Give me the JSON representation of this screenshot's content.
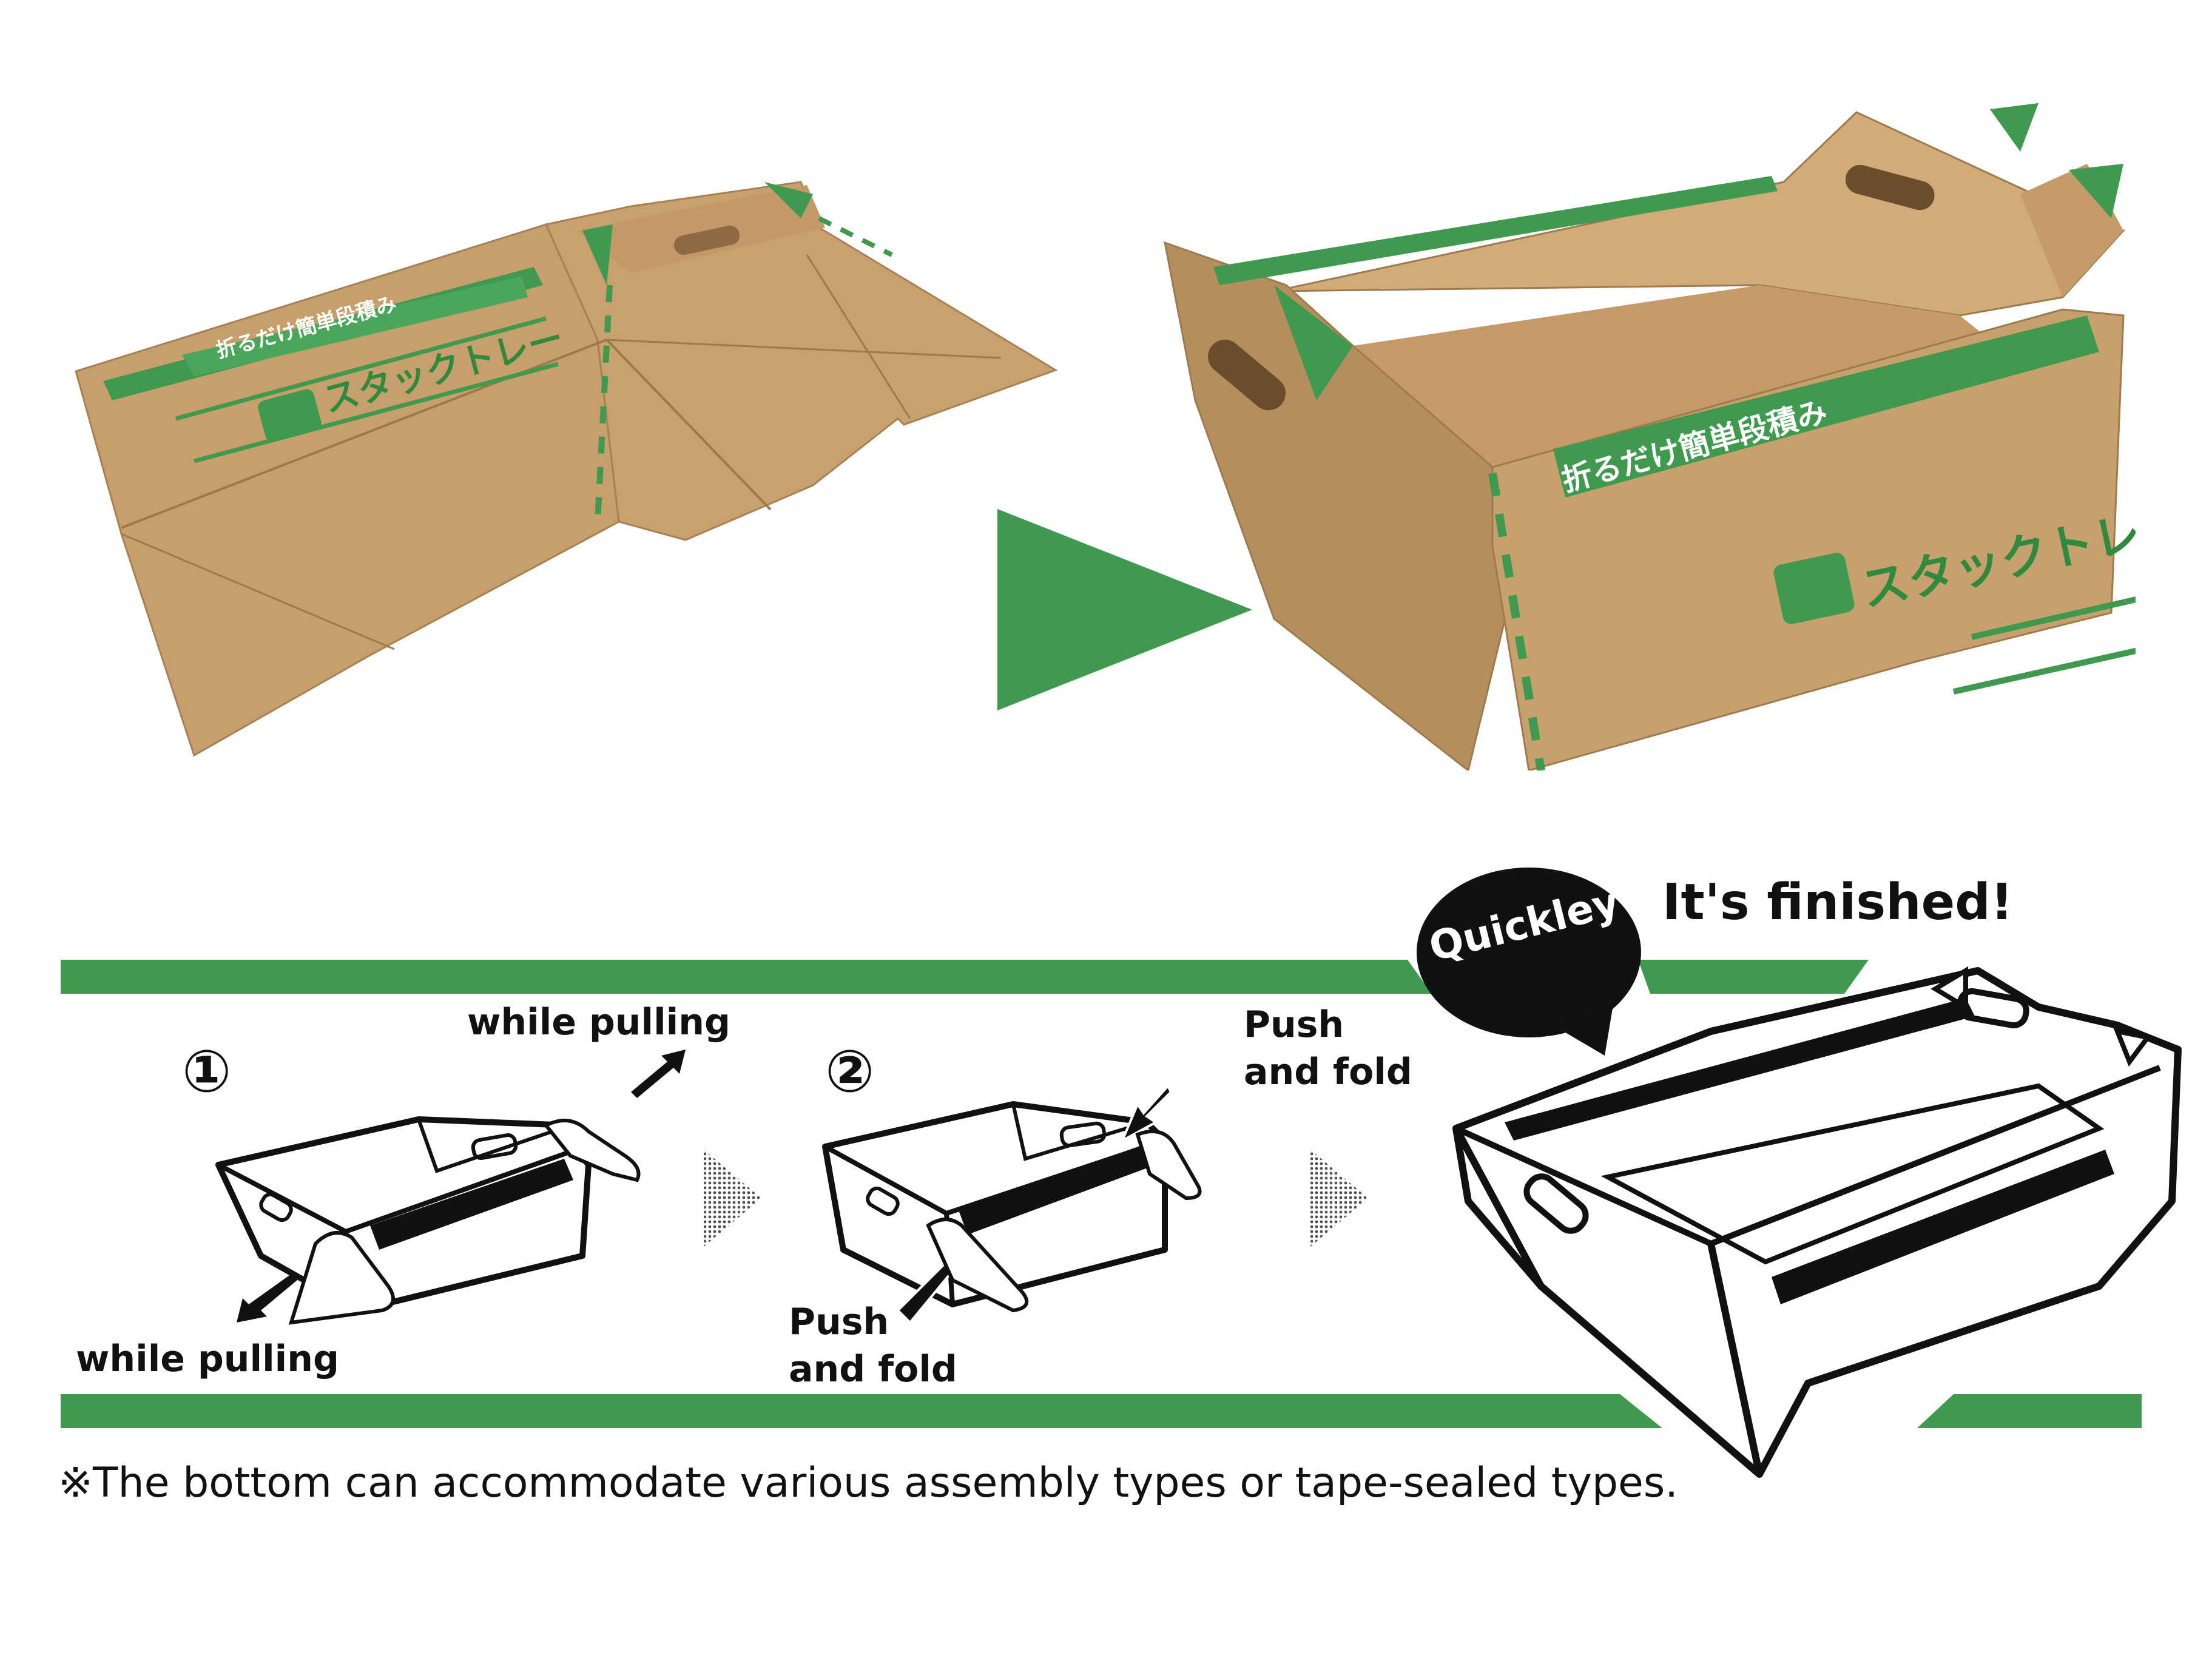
{
  "colors": {
    "green": "#3f9a4f",
    "cardboard": "#c79f6c",
    "cardboard_dark": "#a88054",
    "ink": "#111111"
  },
  "photos": {
    "flat_box_print": {
      "slogan": "折るだけ簡単段積み",
      "brand": "スタックトレー"
    },
    "assembled_box_print": {
      "slogan": "折るだけ簡単段積み",
      "brand": "スタックトレー"
    }
  },
  "steps": {
    "step1": {
      "number": "①",
      "label_top": "while pulling",
      "label_bottom": "while pulling"
    },
    "step2": {
      "number": "②",
      "label_top_line1": "Push",
      "label_top_line2": "and fold",
      "label_bottom_line1": "Push",
      "label_bottom_line2": "and fold"
    },
    "finished": {
      "bubble_text": "Quickley",
      "headline": "It's finished!"
    }
  },
  "footnote": "※The bottom can accommodate various assembly types or tape-sealed types.",
  "icons": [
    "play-arrow-icon",
    "dotted-arrow-icon",
    "speech-bubble-icon",
    "hand-icon"
  ]
}
